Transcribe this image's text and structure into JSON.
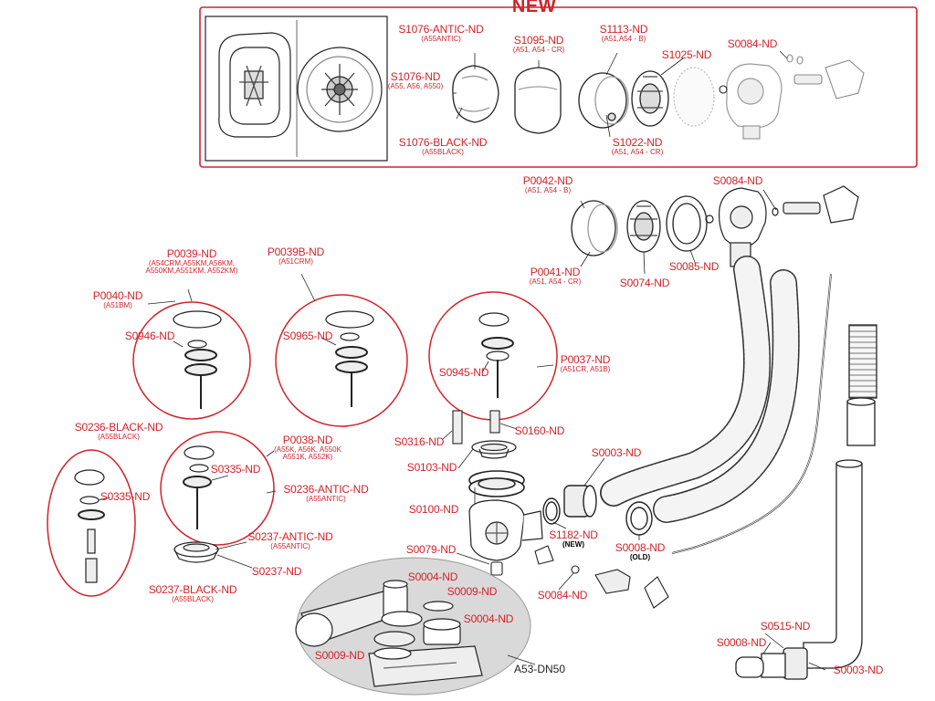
{
  "panel": {
    "title": "NEW",
    "border_color": "#d2232a"
  },
  "assembly_label": "A53-DN50",
  "labels": [
    {
      "id": "s1076-antic",
      "part": "S1076-ANTIC-ND",
      "sub": "(A55ANTIC)"
    },
    {
      "id": "s1095",
      "part": "S1095-ND",
      "sub": "(A51, A54 - CR)"
    },
    {
      "id": "s1113",
      "part": "S1113-ND",
      "sub": "(A51,A54 - B)"
    },
    {
      "id": "s1076",
      "part": "S1076-ND",
      "sub": "(A55, A56, A550)"
    },
    {
      "id": "s1025",
      "part": "S1025-ND",
      "sub": ""
    },
    {
      "id": "s0084-top",
      "part": "S0084-ND",
      "sub": ""
    },
    {
      "id": "s1076-black",
      "part": "S1076-BLACK-ND",
      "sub": "(A55BLACK)"
    },
    {
      "id": "s1022",
      "part": "S1022-ND",
      "sub": "(A51, A54 - CR)"
    },
    {
      "id": "p0042",
      "part": "P0042-ND",
      "sub": "(A51, A54 - B)"
    },
    {
      "id": "s0084-mid",
      "part": "S0084-ND",
      "sub": ""
    },
    {
      "id": "p0041",
      "part": "P0041-ND",
      "sub": "(A51, A54 - CR)"
    },
    {
      "id": "s0074",
      "part": "S0074-ND",
      "sub": ""
    },
    {
      "id": "s0085",
      "part": "S0085-ND",
      "sub": ""
    },
    {
      "id": "p0039",
      "part": "P0039-ND",
      "sub": "(A54CRM,A55KM,A56KM,\nA550KM,A551KM, A552KM)"
    },
    {
      "id": "p0039b",
      "part": "P0039B-ND",
      "sub": "(A51CRM)"
    },
    {
      "id": "p0040",
      "part": "P0040-ND",
      "sub": "(A51BM)"
    },
    {
      "id": "s0946",
      "part": "S0946-ND",
      "sub": ""
    },
    {
      "id": "s0965",
      "part": "S0965-ND",
      "sub": ""
    },
    {
      "id": "s0945",
      "part": "S0945-ND",
      "sub": ""
    },
    {
      "id": "p0037",
      "part": "P0037-ND",
      "sub": "(A51CR, A51B)"
    },
    {
      "id": "s0236-black",
      "part": "S0236-BLACK-ND",
      "sub": "(A55BLACK)"
    },
    {
      "id": "s0316",
      "part": "S0316-ND",
      "sub": ""
    },
    {
      "id": "s0160",
      "part": "S0160-ND",
      "sub": ""
    },
    {
      "id": "p0038",
      "part": "P0038-ND",
      "sub": "(A55K, A56K, A550K\nA551K, A552K)"
    },
    {
      "id": "s0335-a",
      "part": "S0335-ND",
      "sub": ""
    },
    {
      "id": "s0103",
      "part": "S0103-ND",
      "sub": ""
    },
    {
      "id": "s0003-a",
      "part": "S0003-ND",
      "sub": ""
    },
    {
      "id": "s0335-b",
      "part": "S0335-ND",
      "sub": ""
    },
    {
      "id": "s0236-antic",
      "part": "S0236-ANTIC-ND",
      "sub": "(A55ANTIC)"
    },
    {
      "id": "s0100",
      "part": "S0100-ND",
      "sub": ""
    },
    {
      "id": "s1182",
      "part": "S1182-ND",
      "note": "(NEW)"
    },
    {
      "id": "s0008-a",
      "part": "S0008-ND",
      "note": "(OLD)"
    },
    {
      "id": "s0237-antic",
      "part": "S0237-ANTIC-ND",
      "sub": "(A55ANTIC)"
    },
    {
      "id": "s0079",
      "part": "S0079-ND",
      "sub": ""
    },
    {
      "id": "s0237",
      "part": "S0237-ND",
      "sub": ""
    },
    {
      "id": "s0237-black",
      "part": "S0237-BLACK-ND",
      "sub": "(A55BLACK)"
    },
    {
      "id": "s0004-a",
      "part": "S0004-ND",
      "sub": ""
    },
    {
      "id": "s0009-a",
      "part": "S0009-ND",
      "sub": ""
    },
    {
      "id": "s0084-low",
      "part": "S0084-ND",
      "sub": ""
    },
    {
      "id": "s0004-b",
      "part": "S0004-ND",
      "sub": ""
    },
    {
      "id": "s0009-b",
      "part": "S0009-ND",
      "sub": ""
    },
    {
      "id": "s0515",
      "part": "S0515-ND",
      "sub": ""
    },
    {
      "id": "s0008-b",
      "part": "S0008-ND",
      "sub": ""
    },
    {
      "id": "s0003-b",
      "part": "S0003-ND",
      "sub": ""
    }
  ],
  "colors": {
    "accent_red": "#d2232a",
    "line": "#222222",
    "part_fill": "#ffffff",
    "hose_fill": "#f4f4f4",
    "assembly_bg": "#d9d9d9"
  }
}
